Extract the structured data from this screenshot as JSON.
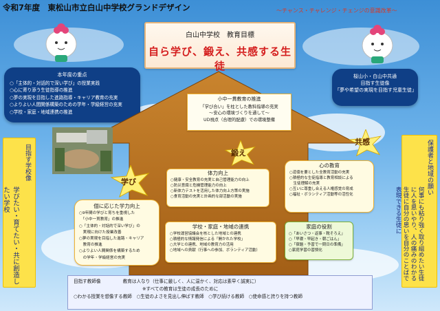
{
  "header": {
    "title": "令和7年度　東松山市立白山中学校グランドデザイン",
    "subtitle": "～チャンス・チャレンジ・チェンジの意識改革～"
  },
  "goal": {
    "label": "白山中学校　教育目標",
    "main": "自ら学び、鍛え、共感する生徒"
  },
  "focus": {
    "title": "本年度の重点",
    "items": [
      "○「主体的・対話的で深い学び」の授業実践",
      "○心に寄り添う生徒指導の推進",
      "○夢の実現を目指した進路指導・キャリア教育の充実",
      "○よりよい人間関係構築のための学年・学級経営の充実",
      "○学校・家庭・地域連携の推進"
    ]
  },
  "joint": {
    "lines": [
      "桜山小・白山中共通",
      "目指す生徒像",
      "「夢や希望の実現を目指す児童生徒」"
    ]
  },
  "left_side": {
    "title": "目指す学校像",
    "text": "学びたい・育てたい・共に創造したい学校"
  },
  "right_side": {
    "title": "保護者と地域の願い",
    "text": "何事にも粘り強く取り組めたい生徒に人を思いやり、人の痛みのわかる生徒に自分の思いを自分のことばで表現できる生徒に"
  },
  "stars": {
    "manabi": "学び",
    "kitae": "鍛え",
    "kyokan": "共感"
  },
  "consistent": {
    "title": "小中一貫教育の推進",
    "lines": [
      "「学び合い」を柱とした教科指導の充実",
      "～安心の環境づくりを通して～",
      "UD視点（合理的配慮）での環境整備"
    ]
  },
  "fitness": {
    "title": "体力向上",
    "lines": [
      "○健康・安全教育の充実と自己管理能力の向上",
      "○防災意識と危機管理能力の向上",
      "○新体力テストを活用した体力向上方策の実施",
      "○食育活動の充実と計画的な部活動の実施"
    ]
  },
  "heart": {
    "title": "心の教育",
    "lines": [
      "○道徳を要とした全教育活動の充実",
      "○積極的な生徒指導と教育相談による",
      "　生徒理解の充実",
      "○互いに尊重し合える人権感覚の育成",
      "○福祉・ボランティア活動等の活性化"
    ]
  },
  "learning": {
    "title": "個に応じた学力向上",
    "lines": [
      "○9年間の学びと育ちを重視した",
      "　「小中一貫教育」の推進",
      "○「主体的・対話的で深い学び」の",
      "　実現に向けた授業改善",
      "○夢の実現を目指した進路・キャリア",
      "　教育の推進",
      "○よりよい人間関係を構築するため",
      "　の学年・学級経営の充実"
    ]
  },
  "community": {
    "title": "学校・家庭・地域の連携",
    "lines": [
      "○学校運営協議会を核とした地域との連携",
      "○積極的な情報発信による「開かれた学校」",
      "○大学との連携、地域の教育力の活用",
      "○地域への貢献（行事への参加、ボランティア活動）"
    ]
  },
  "family": {
    "title": "家庭の役割",
    "lines": [
      "○「あいさつ・返事・靴そろえ」",
      "○「早寝・早起き・朝ごはん」",
      "○「宿題・予習で一問日の準備」",
      "○家庭学習の習慣化"
    ]
  },
  "teacher": {
    "label": "目指す教師像",
    "motto": "教育は人なり（仕事に厳しく、人に温かく、対応は素早く誠実に）",
    "note": "※すべての教育は生徒の成長のために",
    "items": "○わかる授業を想像する教師　○生徒のよさを見出し伸ばす教師　○学び続ける教師　○使命感と誇りを持つ教師"
  }
}
